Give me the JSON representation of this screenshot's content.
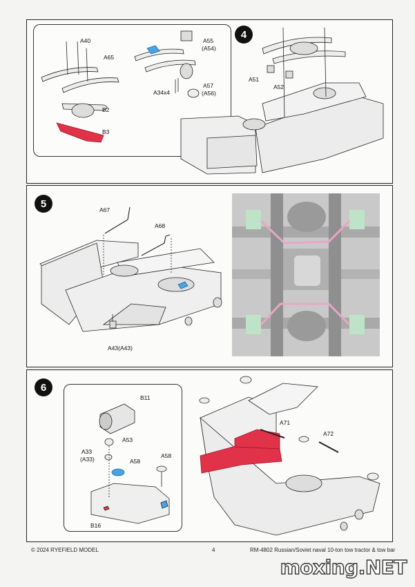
{
  "steps": [
    {
      "number": "4",
      "labels": {
        "a40": "A40",
        "a65": "A65",
        "a55": "A55",
        "a54": "(A54)",
        "a34": "A34x4",
        "a57": "A57",
        "a56": "(A56)",
        "b2": "B2",
        "b3": "B3",
        "a51": "A51",
        "a52": "A52"
      }
    },
    {
      "number": "5",
      "labels": {
        "a67": "A67",
        "a68": "A68",
        "a43": "A43(A43)"
      }
    },
    {
      "number": "6",
      "labels": {
        "b11": "B11",
        "a53": "A53",
        "a33": "A33",
        "a33b": "(A33)",
        "a58a": "A58",
        "a58b": "A58",
        "b16": "B16",
        "a71": "A71",
        "a72": "A72"
      }
    }
  ],
  "footer": {
    "copyright": "© 2024 RYEFIELD MODEL",
    "page": "4",
    "product": "RM-4802 Russian/Soviet naval 10-ton tow tractor & tow bar"
  },
  "watermark": "moxing.NET",
  "colors": {
    "highlight_blue": "#4aa3e0",
    "highlight_red": "#e0334a",
    "green_tint": "#bfe3c8",
    "pink_line": "#e8a6c6"
  }
}
